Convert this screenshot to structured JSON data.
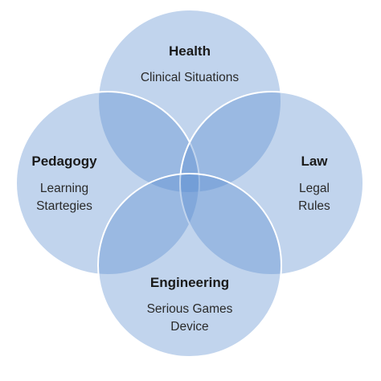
{
  "diagram": {
    "type": "venn",
    "fill_color": "#5b8fcf",
    "sets": [
      {
        "id": "health",
        "title": "Health",
        "lines": [
          "Clinical Situations"
        ]
      },
      {
        "id": "pedagogy",
        "title": "Pedagogy",
        "lines": [
          "Learning",
          "Startegies"
        ]
      },
      {
        "id": "law",
        "title": "Law",
        "lines": [
          "Legal",
          "Rules"
        ]
      },
      {
        "id": "engineering",
        "title": "Engineering",
        "lines": [
          "Serious Games",
          "Device"
        ]
      }
    ]
  }
}
